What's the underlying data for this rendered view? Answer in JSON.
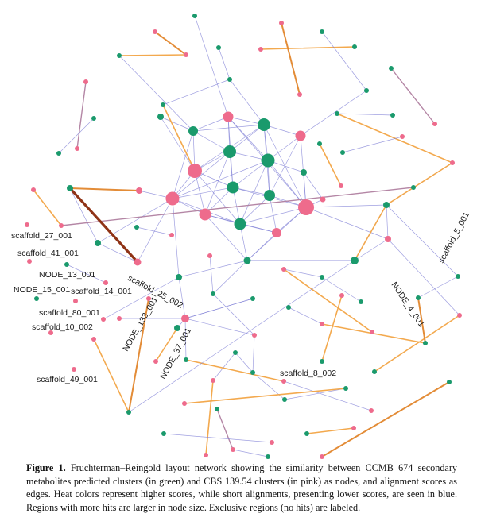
{
  "figure": {
    "label": "Figure 1.",
    "caption": "Fruchterman–Reingold layout network showing the similarity between CCMB 674 secondary metabolites predicted clusters (in green) and CBS 139.54 clusters (in pink) as nodes, and alignment scores as edges. Heat colors represent higher scores, while short alignments, presenting lower scores, are seen in blue. Regions with more hits are larger in node size. Exclusive regions (no hits) are labeled."
  },
  "colors": {
    "green_node": "#1a9a6c",
    "pink_node": "#ee6b8c",
    "edge_low": "#7f7fd6",
    "edge_medium": "#f2a445",
    "edge_high": "#e2862c",
    "edge_mid_purple": "#b07fa0",
    "edge_max": "#8b2a0b"
  },
  "chart_data": {
    "type": "network",
    "layout": "Fruchterman–Reingold",
    "node_groups": [
      {
        "group": "CCMB 674",
        "color": "green"
      },
      {
        "group": "CBS 139.54",
        "color": "pink"
      }
    ],
    "labeled_exclusive_nodes": [
      "scaffold_27_001",
      "scaffold_41_001",
      "NODE_13_001",
      "NODE_15_001",
      "scaffold_14_001",
      "scaffold_80_001",
      "scaffold_10_002",
      "scaffold_49_001",
      "scaffold_25_002",
      "NODE_133_001",
      "NODE_37_001",
      "scaffold_8_002",
      "NODE_4_001",
      "scaffold_5_001"
    ]
  }
}
